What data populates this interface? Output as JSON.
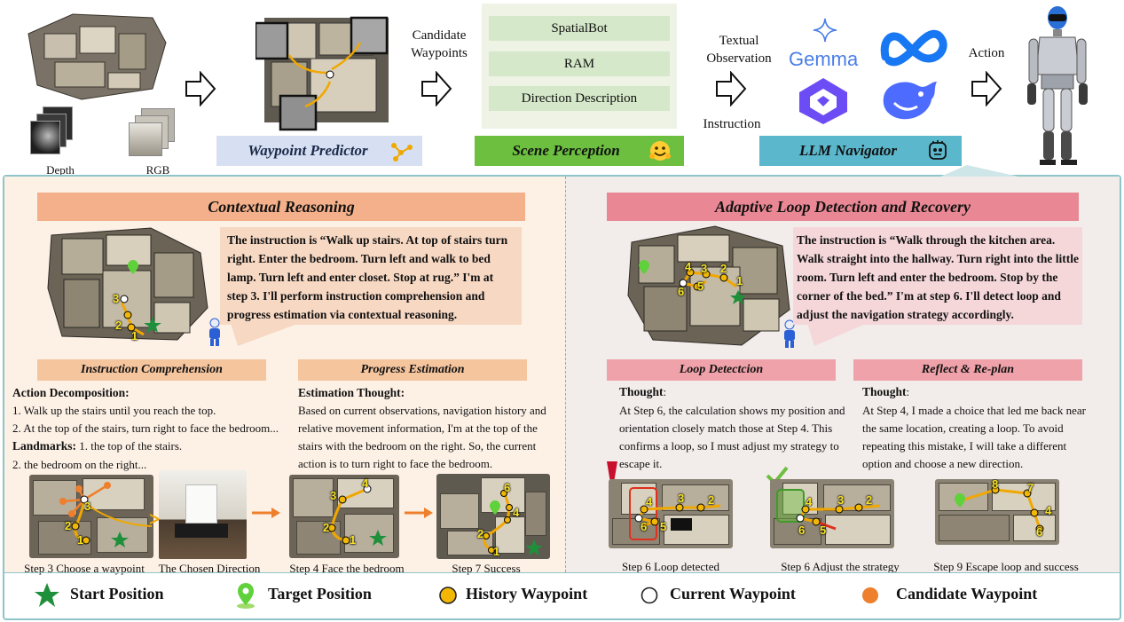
{
  "top": {
    "depth_label": "Depth",
    "rgb_label": "RGB",
    "waypoint_predictor": "Waypoint Predictor",
    "candidate_waypoints": "Candidate Waypoints",
    "scene_items": [
      "SpatialBot",
      "RAM",
      "Direction Description"
    ],
    "scene_perception": "Scene Perception",
    "textual_observation": "Textual Observation",
    "instruction": "Instruction",
    "gemma": "Gemma",
    "llm_navigator": "LLM Navigator",
    "action": "Action"
  },
  "left": {
    "title": "Contextual Reasoning",
    "instruction_text": "The instruction is “Walk up stairs. At top of stairs turn right. Enter the bedroom. Turn left and walk to bed lamp. Turn left and enter closet. Stop at rug.” I'm at step 3. I'll perform instruction comprehension and progress estimation via contextual reasoning.",
    "ic_title": "Instruction Comprehension",
    "pe_title": "Progress Estimation",
    "action_decomp_label": "Action Decomposition:",
    "action_items": [
      "1. Walk up the stairs until you reach the top.",
      "2. At the top of the stairs, turn right to face the bedroom..."
    ],
    "landmarks_label": "Landmarks:",
    "landmark_1": "1. the top of the stairs.",
    "landmark_2": "2. the bedroom on the right...",
    "estimation_label": "Estimation Thought:",
    "estimation_text": "Based on current observations, navigation history and relative movement information, I'm at the top of the stairs with the bedroom on the right. So, the current action is to turn right to face the bedroom.",
    "captions": [
      "Step 3 Choose a waypoint",
      "The Chosen Direction",
      "Step 4  Face the bedroom",
      "Step 7 Success"
    ]
  },
  "right": {
    "title": "Adaptive Loop Detection and Recovery",
    "instruction_text": "The instruction is “Walk through the kitchen area. Walk straight into the hallway. Turn right into the little room. Turn left and enter the bedroom. Stop by the corner of the bed.” I'm at step 6. I'll detect loop and adjust the navigation strategy accordingly.",
    "ld_title": "Loop Detectcion",
    "rr_title": "Reflect & Re-plan",
    "thought_label": "Thought",
    "ld_text": "At Step 6, the calculation shows my position and orientation closely match those at Step 4. This confirms a loop, so I must adjust my strategy to escape it.",
    "rr_text": "At Step 4, I made a choice that led me back near the same location, creating a loop. To avoid repeating this mistake, I will take a different option and choose a new direction.",
    "captions": [
      "Step 6 Loop detected",
      "Step 6 Adjust the strategy",
      "Step 9  Escape loop and success"
    ]
  },
  "legend": {
    "start": "Start Position",
    "target": "Target Position",
    "history": "History Waypoint",
    "current": "Current Waypoint",
    "candidate": "Candidate Waypoint"
  },
  "colors": {
    "left_bg": "#fdf1e6",
    "right_bg": "#f2ecea",
    "left_title": "#f4b08a",
    "right_title": "#e98894",
    "waypoint_bar": "#d6e0f2",
    "scene_bar": "#6cbf3f",
    "llm_bar": "#5bb7cc",
    "border": "#8fc4c9"
  }
}
